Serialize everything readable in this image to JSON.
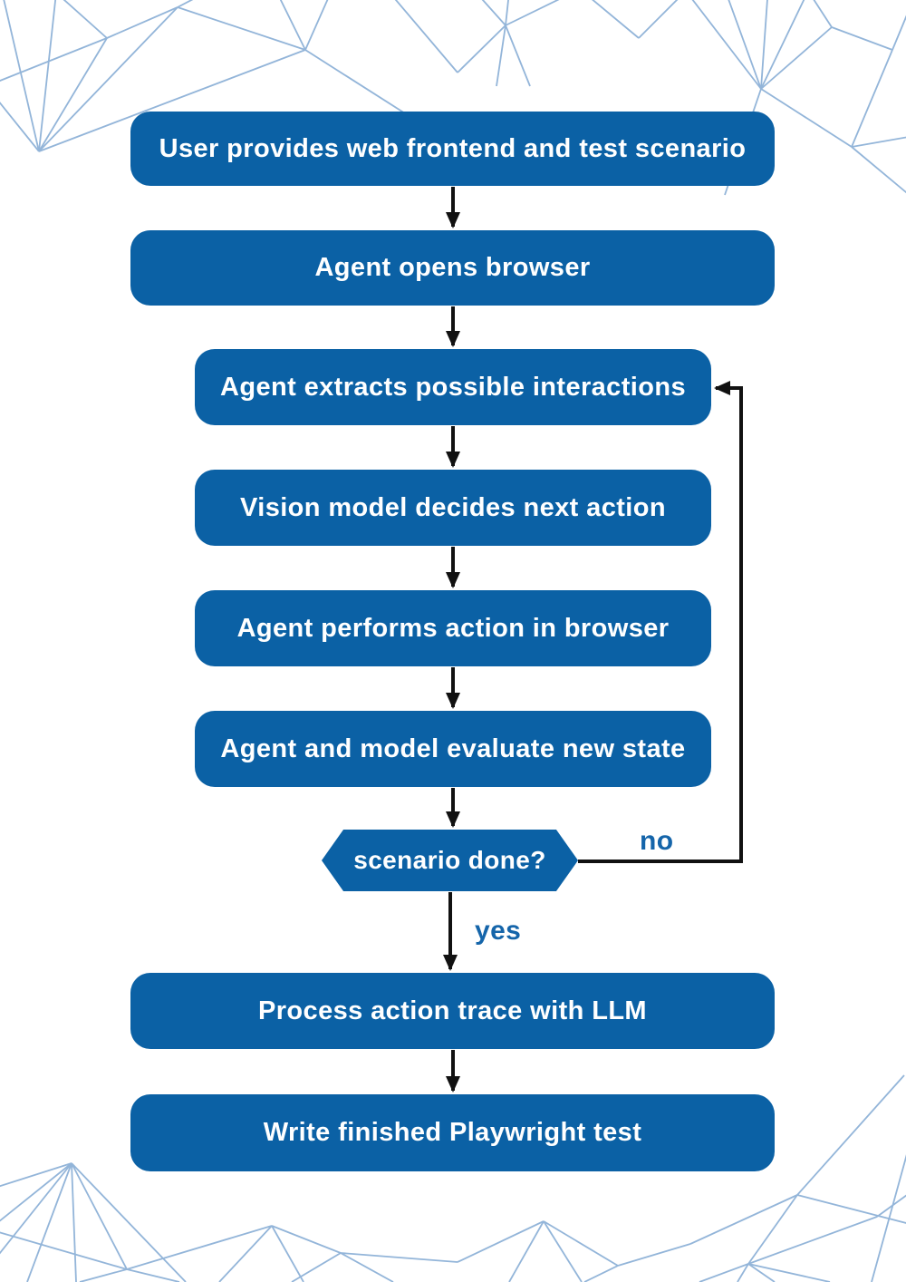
{
  "diagram": {
    "type": "flowchart",
    "nodes": [
      {
        "id": "n1",
        "shape": "rounded-rect",
        "label": "User provides web frontend and test scenario"
      },
      {
        "id": "n2",
        "shape": "rounded-rect",
        "label": "Agent opens browser"
      },
      {
        "id": "n3",
        "shape": "rounded-rect",
        "label": "Agent extracts possible interactions"
      },
      {
        "id": "n4",
        "shape": "rounded-rect",
        "label": "Vision model decides next action"
      },
      {
        "id": "n5",
        "shape": "rounded-rect",
        "label": "Agent performs action in browser"
      },
      {
        "id": "n6",
        "shape": "rounded-rect",
        "label": "Agent and model evaluate new state"
      },
      {
        "id": "n7",
        "shape": "hexagon-decision",
        "label": "scenario done?"
      },
      {
        "id": "n8",
        "shape": "rounded-rect",
        "label": "Process action trace with LLM"
      },
      {
        "id": "n9",
        "shape": "rounded-rect",
        "label": "Write finished Playwright test"
      }
    ],
    "edges": [
      {
        "from": "n1",
        "to": "n2",
        "label": ""
      },
      {
        "from": "n2",
        "to": "n3",
        "label": ""
      },
      {
        "from": "n3",
        "to": "n4",
        "label": ""
      },
      {
        "from": "n4",
        "to": "n5",
        "label": ""
      },
      {
        "from": "n5",
        "to": "n6",
        "label": ""
      },
      {
        "from": "n6",
        "to": "n7",
        "label": ""
      },
      {
        "from": "n7",
        "to": "n8",
        "label": "yes"
      },
      {
        "from": "n7",
        "to": "n3",
        "label": "no"
      }
    ],
    "colors": {
      "node_fill": "#0b61a5",
      "node_text": "#ffffff",
      "edge": "#111111",
      "edge_label": "#1565aa",
      "mesh": "#93b5d9",
      "background": "#ffffff"
    }
  }
}
